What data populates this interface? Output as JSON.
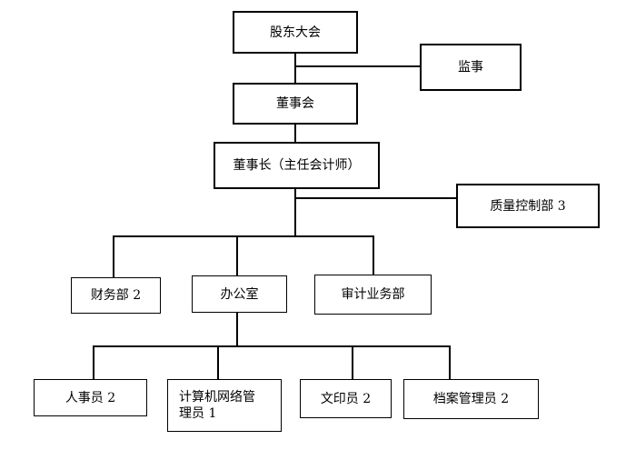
{
  "org": {
    "shareholders_meeting": "股东大会",
    "supervisor": "监事",
    "board": "董事会",
    "chairman": "董事长（主任会计师）",
    "quality_control": "质量控制部 3",
    "finance": "财务部 2",
    "office": "办公室",
    "audit": "审计业务部",
    "hr": "人事员 2",
    "network_admin_line1": "计算机网络管",
    "network_admin_line2": "理员 1",
    "clerk": "文印员 2",
    "archivist": "档案管理员 2"
  }
}
